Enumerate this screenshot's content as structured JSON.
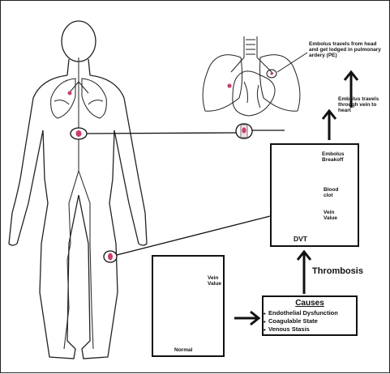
{
  "labels": {
    "pe_note": "Embolus travels from head and get lodged in pulmonary ardery (PE)",
    "travel_note": "Embolus travels through vein to heart",
    "embolus_breakoff": "Embolus Breakoff",
    "blood_clot": "Blood clot",
    "vein_value_dvt": "Vein Value",
    "dvt": "DVT",
    "thrombosis": "Thrombosis",
    "vein_value_normal": "Vein Value",
    "normal": "Normal"
  },
  "causes": {
    "title": "Causes",
    "items": [
      "Endothelial Dysfunction",
      "Coagulable State",
      "Venous Stasis"
    ]
  },
  "colors": {
    "clot": "#c8406a",
    "vessel_fill": "#f6dfe8",
    "ink": "#111111"
  }
}
